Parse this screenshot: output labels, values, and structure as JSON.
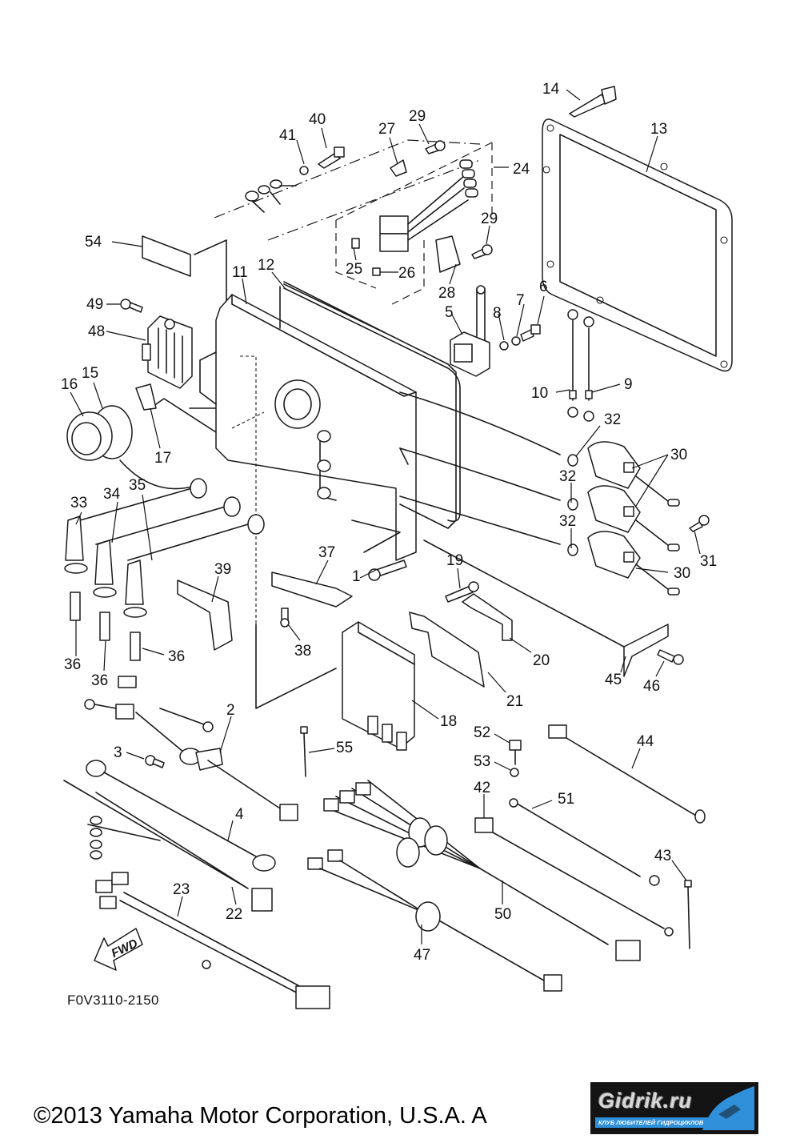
{
  "diagram": {
    "title": "Electrical parts exploded view",
    "code": "F0V3110-2150",
    "fwd_label": "FWD",
    "callouts": [
      {
        "id": "c1",
        "label": "1"
      },
      {
        "id": "c2",
        "label": "2"
      },
      {
        "id": "c3",
        "label": "3"
      },
      {
        "id": "c4",
        "label": "4"
      },
      {
        "id": "c5",
        "label": "5"
      },
      {
        "id": "c6",
        "label": "6"
      },
      {
        "id": "c7",
        "label": "7"
      },
      {
        "id": "c8",
        "label": "8"
      },
      {
        "id": "c9",
        "label": "9"
      },
      {
        "id": "c10",
        "label": "10"
      },
      {
        "id": "c11",
        "label": "11"
      },
      {
        "id": "c12",
        "label": "12"
      },
      {
        "id": "c13",
        "label": "13"
      },
      {
        "id": "c14",
        "label": "14"
      },
      {
        "id": "c15",
        "label": "15"
      },
      {
        "id": "c16",
        "label": "16"
      },
      {
        "id": "c17",
        "label": "17"
      },
      {
        "id": "c18",
        "label": "18"
      },
      {
        "id": "c19",
        "label": "19"
      },
      {
        "id": "c20",
        "label": "20"
      },
      {
        "id": "c21",
        "label": "21"
      },
      {
        "id": "c22",
        "label": "22"
      },
      {
        "id": "c23",
        "label": "23"
      },
      {
        "id": "c24",
        "label": "24"
      },
      {
        "id": "c25",
        "label": "25"
      },
      {
        "id": "c26",
        "label": "26"
      },
      {
        "id": "c27",
        "label": "27"
      },
      {
        "id": "c28",
        "label": "28"
      },
      {
        "id": "c29a",
        "label": "29"
      },
      {
        "id": "c29b",
        "label": "29"
      },
      {
        "id": "c30a",
        "label": "30"
      },
      {
        "id": "c30b",
        "label": "30"
      },
      {
        "id": "c31",
        "label": "31"
      },
      {
        "id": "c32a",
        "label": "32"
      },
      {
        "id": "c32b",
        "label": "32"
      },
      {
        "id": "c32c",
        "label": "32"
      },
      {
        "id": "c33",
        "label": "33"
      },
      {
        "id": "c34",
        "label": "34"
      },
      {
        "id": "c35",
        "label": "35"
      },
      {
        "id": "c36a",
        "label": "36"
      },
      {
        "id": "c36b",
        "label": "36"
      },
      {
        "id": "c36c",
        "label": "36"
      },
      {
        "id": "c37",
        "label": "37"
      },
      {
        "id": "c38",
        "label": "38"
      },
      {
        "id": "c39",
        "label": "39"
      },
      {
        "id": "c40",
        "label": "40"
      },
      {
        "id": "c41",
        "label": "41"
      },
      {
        "id": "c42",
        "label": "42"
      },
      {
        "id": "c43",
        "label": "43"
      },
      {
        "id": "c44",
        "label": "44"
      },
      {
        "id": "c45",
        "label": "45"
      },
      {
        "id": "c46",
        "label": "46"
      },
      {
        "id": "c47",
        "label": "47"
      },
      {
        "id": "c48",
        "label": "48"
      },
      {
        "id": "c49",
        "label": "49"
      },
      {
        "id": "c50",
        "label": "50"
      },
      {
        "id": "c51",
        "label": "51"
      },
      {
        "id": "c52",
        "label": "52"
      },
      {
        "id": "c53",
        "label": "53"
      },
      {
        "id": "c54",
        "label": "54"
      },
      {
        "id": "c55",
        "label": "55"
      }
    ]
  },
  "footer": {
    "copyright": "©2013 Yamaha Motor Corporation, U.S.A. A",
    "logo_brand": "Gidrik.ru",
    "logo_tagline": "КЛУБ ЛЮБИТЕЛЕЙ ГИДРОЦИКЛОВ",
    "logo_accent": "#2f8fd8"
  }
}
